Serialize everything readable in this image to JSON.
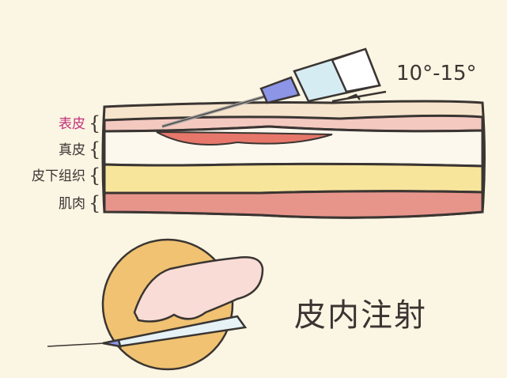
{
  "diagram": {
    "title": "皮内注射",
    "angle_label": "10°-15°",
    "layers": [
      {
        "label": "表皮",
        "color": "#c2307a",
        "fill": "#f4c9c0"
      },
      {
        "label": "真皮",
        "color": "#3a3532",
        "fill": "#fdf8ee"
      },
      {
        "label": "皮下组织",
        "color": "#3a3532",
        "fill": "#f8e59c"
      },
      {
        "label": "肌肉",
        "color": "#3a3532",
        "fill": "#e7958b"
      }
    ],
    "brace": "{",
    "colors": {
      "background": "#fbf5e3",
      "outline": "#3a3532",
      "top_skin": "#f6e4cc",
      "bleb": "#e6776a",
      "needle_hub": "#8c95e6",
      "syringe_barrel": "#d6ecf3",
      "circle": "#f0c271",
      "hand": "#f9dcd6"
    }
  }
}
